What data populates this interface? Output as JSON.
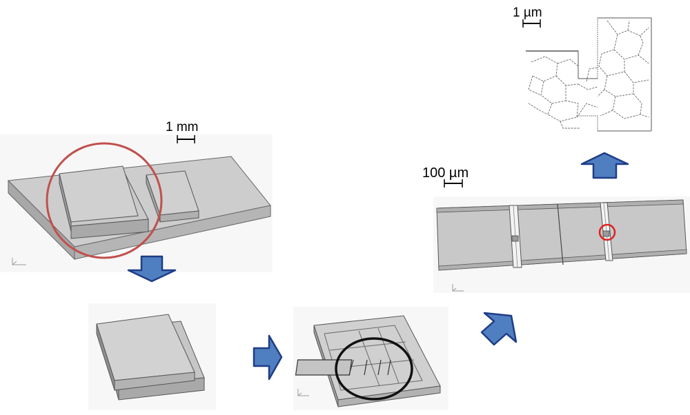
{
  "scale_bars": {
    "mm": "1 mm",
    "hundred_um": "100 µm",
    "one_um": "1 µm"
  },
  "colors": {
    "arrow_fill": "#4F7FC0",
    "arrow_stroke": "#1F3C86",
    "highlight_red": "#C0504D",
    "highlight_black": "#111111",
    "part_gray": "#C8C8C8"
  },
  "icons": [
    "down-arrow-icon",
    "right-arrow-icon",
    "diagonal-up-right-arrow-icon",
    "up-arrow-icon"
  ]
}
